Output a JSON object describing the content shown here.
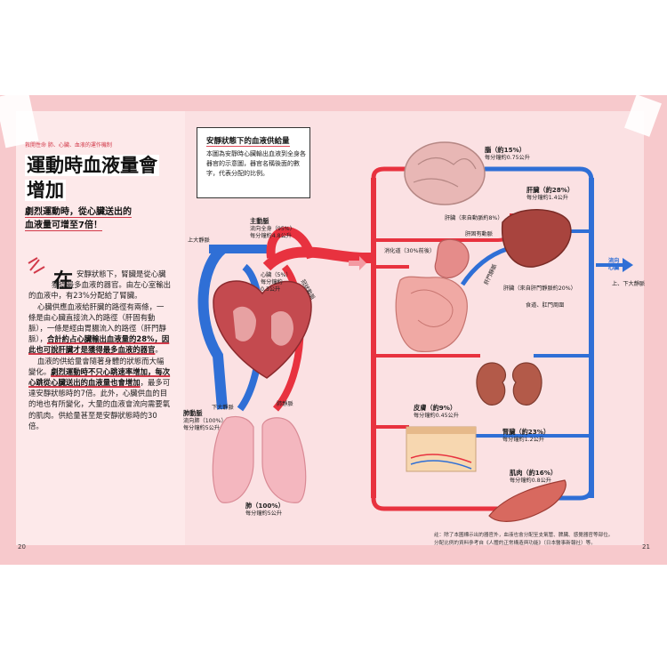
{
  "left": {
    "series": "救開性命 肺、心臟、血液的運作機制",
    "title_line1": "運動時血液量會",
    "title_line2": "增加",
    "subtitle_line1": "劇烈運動時，從心臟送出的",
    "subtitle_line2": "血液量可增至7倍！",
    "dropcap": "在",
    "p1_a": "安靜狀態下，腎臟是從心臟",
    "p1_b": "獲得最多血液的器官。由左心室輸出的血液中，有23%分配給了腎臟。",
    "p2_a": "心臟供應血液給肝臟的路徑有兩條，一條是由心臟直接流入的路徑（肝固有動脈），一條是經由胃腸流入的路徑（肝門靜脈），",
    "p2_hl": "合計約占心臟輸出血液量的28%，因此也可說肝臟才是獲得最多血液的器官",
    "p2_c": "。",
    "p3_a": "血液的供給量會隨著身體的狀態而大幅變化。",
    "p3_hl": "劇烈運動時不只心跳速率增加，每次心跳從心臟送出的血液量也會增加",
    "p3_c": "，最多可達安靜狀態時的7倍。此外，心臟供血的目的地也有所變化，大量的血液會流向需要氧的肌肉。供給量甚至是安靜狀態時的30倍。"
  },
  "notebox": {
    "title": "安靜狀態下的血液供給量",
    "text": "本圖為安靜時心臟輸出血液到全身各器官的示意圖，器官名稱後面的數字，代表分配的比例。"
  },
  "labels": {
    "aorta": "主動脈",
    "aorta_sub1": "流向全身（95%）",
    "aorta_sub2": "每分鐘約4.8公升",
    "heart": "心臟（5%）",
    "heart_sub1": "每分鐘約",
    "heart_sub2": "0.3公升",
    "coronary": "冠狀動脈",
    "svc": "上大靜脈",
    "ivc": "下大靜脈",
    "pulm_artery": "肺動脈",
    "pulm_artery_sub1": "流向肺（100%）",
    "pulm_artery_sub2": "每分鐘約5公升",
    "pulm_vein": "肺靜脈",
    "lung": "肺（100%）",
    "lung_sub": "每分鐘約5公升",
    "brain": "腦（約15%）",
    "brain_sub": "每分鐘約0.75公升",
    "liver": "肝臟（約28%）",
    "liver_sub": "每分鐘約1.4公升",
    "hepatic_artery": "肝固有動脈",
    "liver_from_artery": "肝臟（來自動脈約8%）",
    "digestive": "消化道（30%前後）",
    "portal_vein": "肝門靜脈",
    "liver_from_portal": "肝臟（來自肝門靜脈約20%）",
    "esophagus_anus": "食道、肛門周圍",
    "to_heart_1": "流向",
    "to_heart_2": "心臟",
    "svc_ivc": "上、下大靜脈",
    "skin": "皮膚（約9%）",
    "skin_sub": "每分鐘約0.45公升",
    "kidney": "腎臟（約23%）",
    "kidney_sub": "每分鐘約1.2公升",
    "muscle": "肌肉（約16%）",
    "muscle_sub": "每分鐘約0.8公升"
  },
  "note_line1": "註：除了本圖標示出的器官外，血液也會分配至支氣管、脾臟、感覺器官等部位。",
  "note_line2": "分配比例的資料參考自《人體的正常構造與功能》（日本醫事新報社）等。",
  "page_left": "20",
  "page_right": "21",
  "colors": {
    "artery": "#e8323f",
    "vein": "#2f6fd6",
    "accent": "#d23a4a",
    "bg": "#f7c9cc"
  }
}
